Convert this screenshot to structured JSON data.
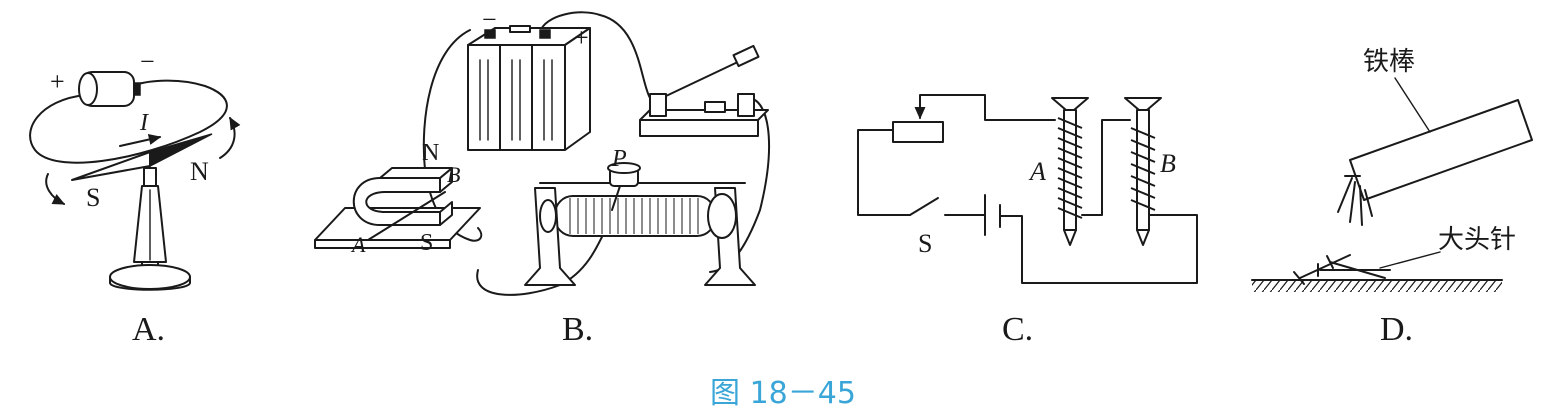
{
  "panels": {
    "a": {
      "caption": "A.",
      "plus": "+",
      "minus": "−",
      "current": "I",
      "north": "N",
      "south": "S"
    },
    "b": {
      "caption": "B.",
      "battery_minus": "−",
      "battery_plus": "+",
      "north": "N",
      "south": "S",
      "rod_end_a": "A",
      "rod_end_b": "B",
      "slider": "P"
    },
    "c": {
      "caption": "C.",
      "nail_a": "A",
      "nail_b": "B",
      "switch": "S"
    },
    "d": {
      "caption": "D.",
      "iron_rod": "铁棒",
      "pins": "大头针"
    }
  },
  "figure_caption": "图 18－45",
  "colors": {
    "ink": "#1a1a1a",
    "figure_caption": "#3aa6d8"
  }
}
